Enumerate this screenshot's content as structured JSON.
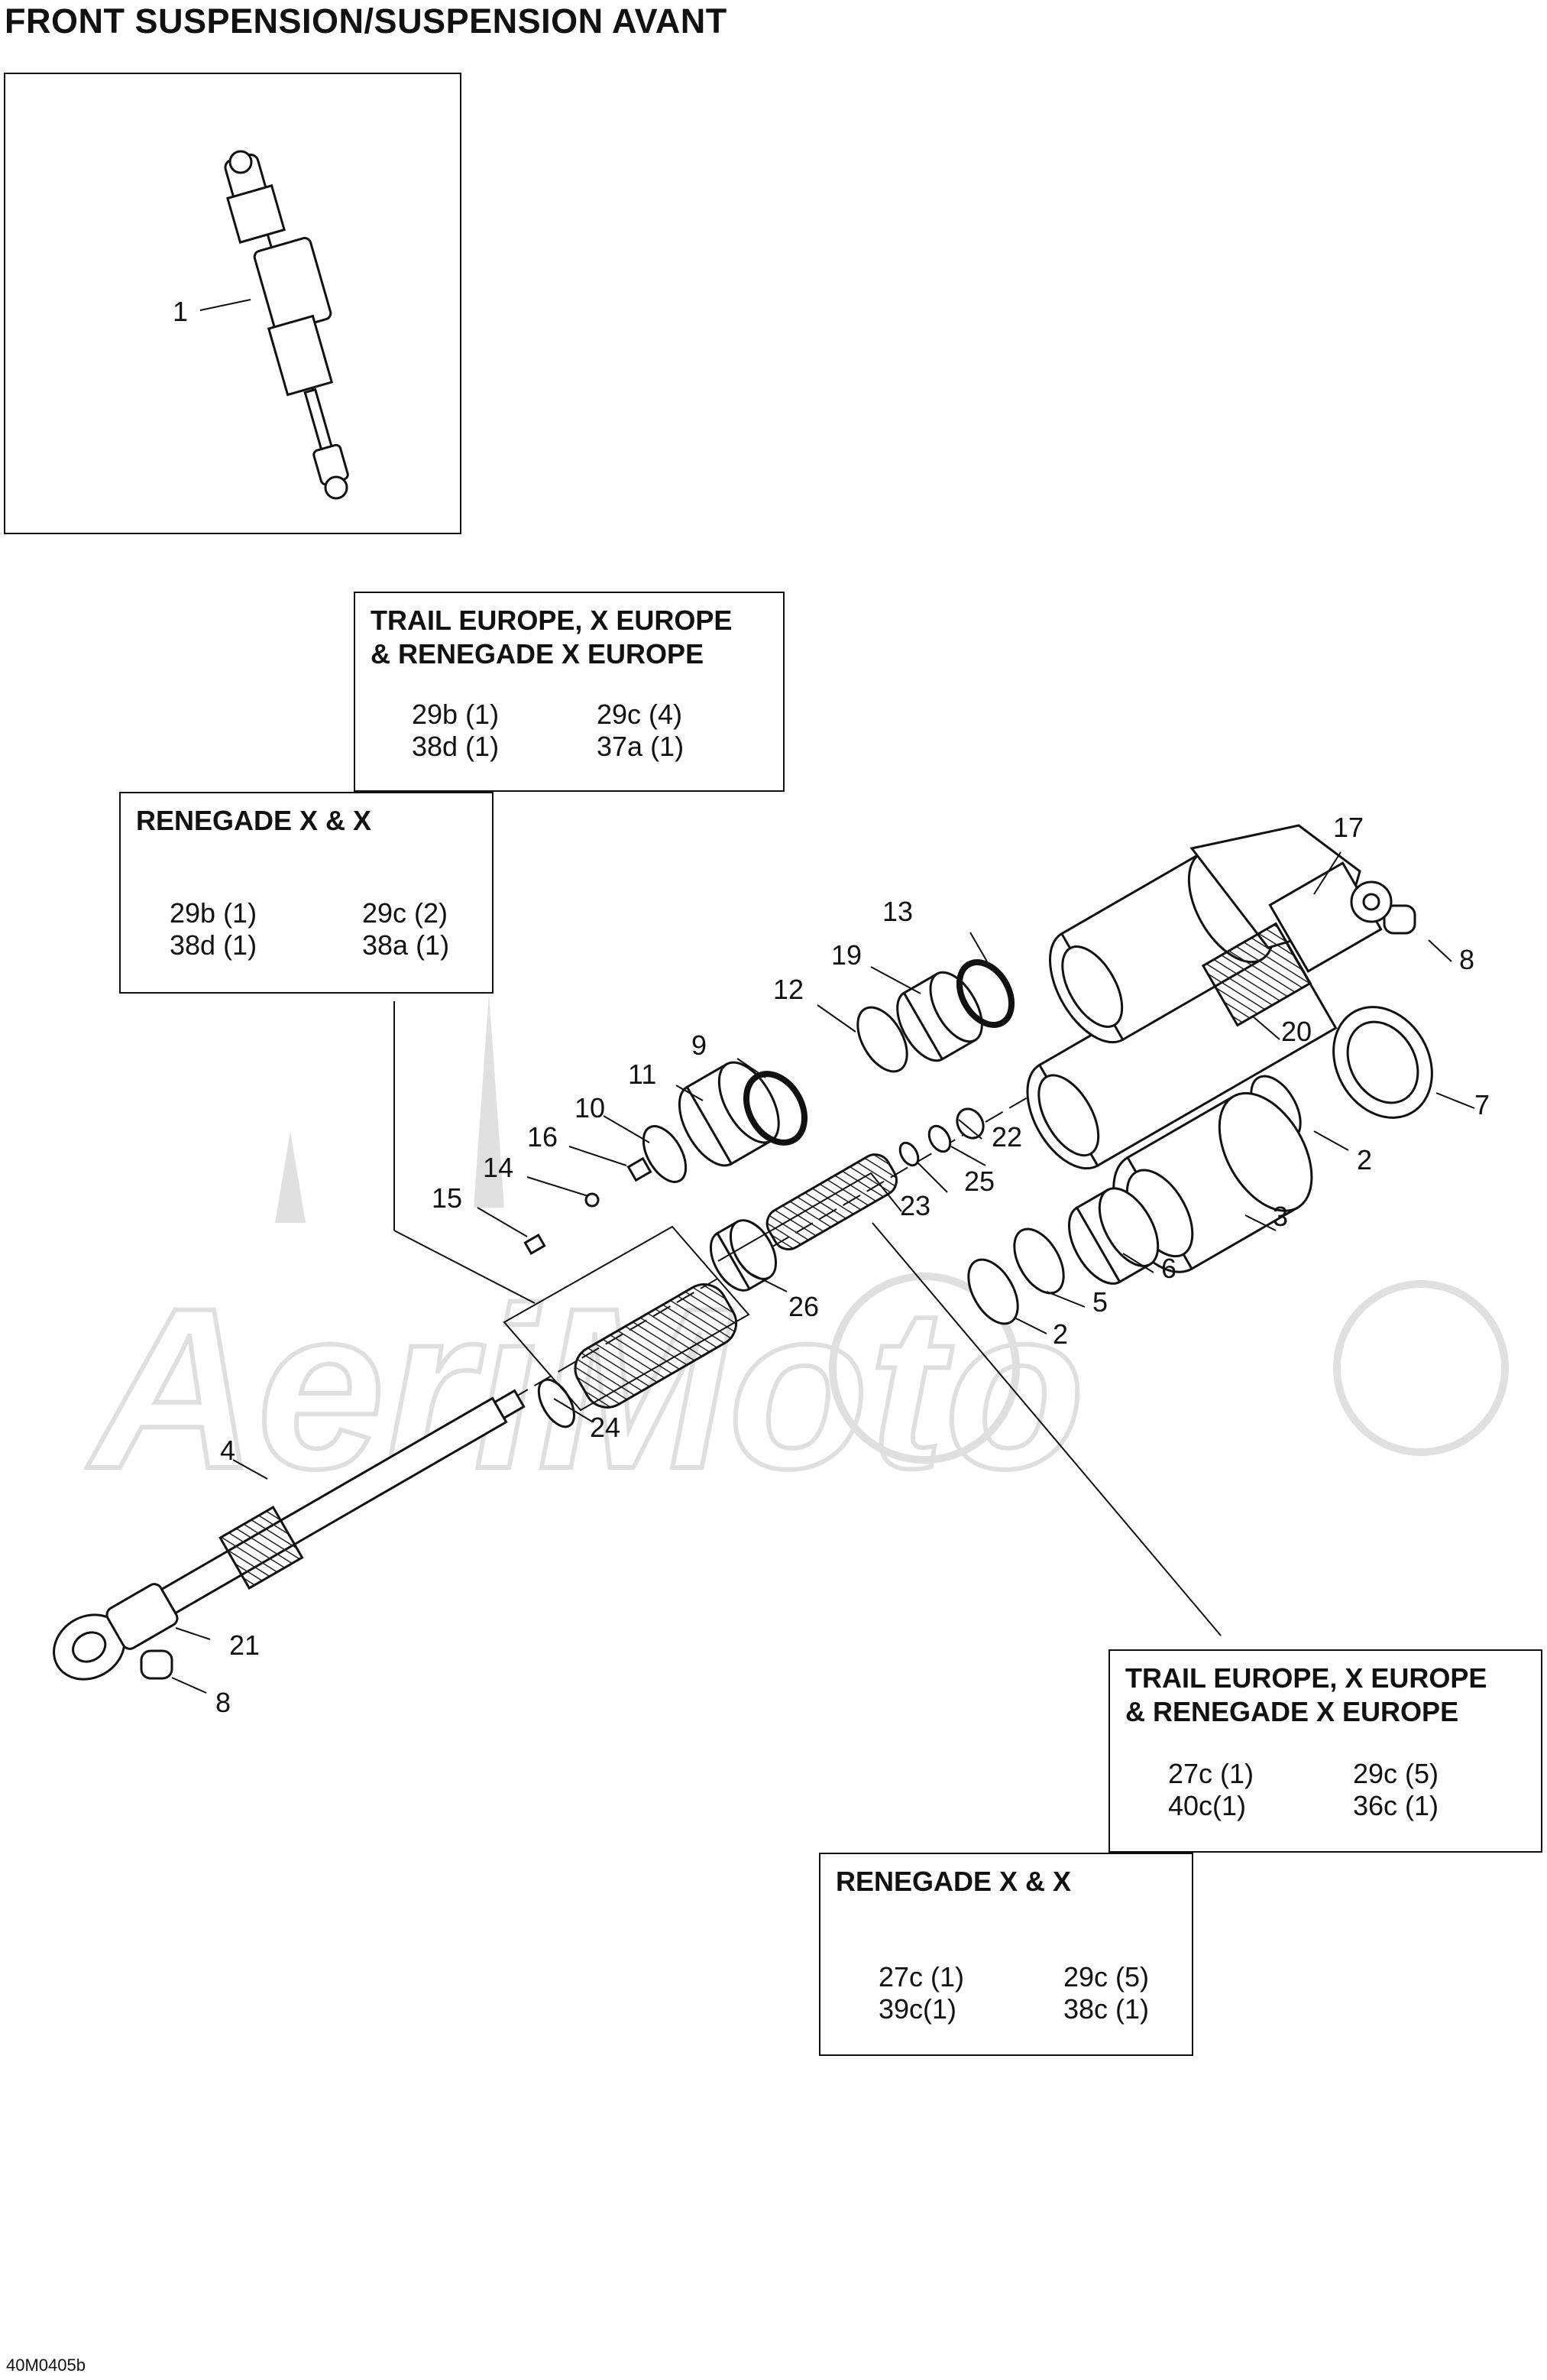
{
  "title": "FRONT SUSPENSION/SUSPENSION AVANT",
  "drawing_code": "40M0405b",
  "watermark": "AeriMoto",
  "callouts": {
    "c1": "1",
    "c2a": "2",
    "c2b": "2",
    "c3": "3",
    "c4": "4",
    "c5": "5",
    "c6": "6",
    "c7": "7",
    "c8a": "8",
    "c8b": "8",
    "c9": "9",
    "c10": "10",
    "c11": "11",
    "c12": "12",
    "c13": "13",
    "c14": "14",
    "c15": "15",
    "c16": "16",
    "c17": "17",
    "c19": "19",
    "c20": "20",
    "c21": "21",
    "c22": "22",
    "c23": "23",
    "c24": "24",
    "c25": "25",
    "c26": "26"
  },
  "kit_boxes": {
    "upper_trail": {
      "title_line1": "TRAIL EUROPE, X EUROPE",
      "title_line2": "& RENEGADE X EUROPE",
      "items": [
        "29b (1)",
        "29c (4)",
        "38d (1)",
        "37a (1)"
      ]
    },
    "upper_renegade": {
      "title_line1": "RENEGADE X & X",
      "items": [
        "29b (1)",
        "29c (2)",
        "38d (1)",
        "38a (1)"
      ]
    },
    "lower_trail": {
      "title_line1": "TRAIL EUROPE, X EUROPE",
      "title_line2": "& RENEGADE X EUROPE",
      "items": [
        "27c (1)",
        "29c (5)",
        "40c(1)",
        "36c (1)"
      ]
    },
    "lower_renegade": {
      "title_line1": "RENEGADE X & X",
      "items": [
        "27c (1)",
        "29c (5)",
        "39c(1)",
        "38c (1)"
      ]
    }
  }
}
